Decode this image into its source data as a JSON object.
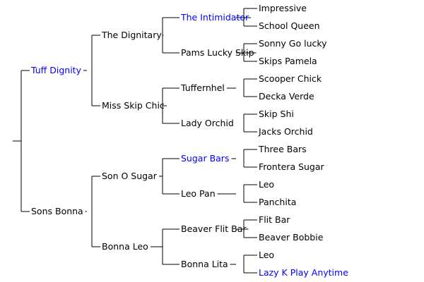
{
  "colors": {
    "line": "#000000",
    "text": "#000000",
    "highlight": "#0000ff"
  },
  "pedigree": {
    "name": "",
    "highlight": false,
    "children": [
      {
        "name": "Tuff Dignity",
        "highlight": true,
        "children": [
          {
            "name": "The Dignitary",
            "highlight": false,
            "children": [
              {
                "name": "The Intimidator",
                "highlight": true,
                "children": [
                  {
                    "name": "Impressive",
                    "highlight": false
                  },
                  {
                    "name": "School Queen",
                    "highlight": false
                  }
                ]
              },
              {
                "name": "Pams Lucky Skip",
                "highlight": false,
                "children": [
                  {
                    "name": "Sonny Go lucky",
                    "highlight": false
                  },
                  {
                    "name": "Skips Pamela",
                    "highlight": false
                  }
                ]
              }
            ]
          },
          {
            "name": "Miss Skip Chic",
            "highlight": false,
            "children": [
              {
                "name": "Tuffernhel",
                "highlight": false,
                "children": [
                  {
                    "name": "Scooper Chick",
                    "highlight": false
                  },
                  {
                    "name": "Decka Verde",
                    "highlight": false
                  }
                ]
              },
              {
                "name": "Lady Orchid",
                "highlight": false,
                "children": [
                  {
                    "name": "Skip Shi",
                    "highlight": false
                  },
                  {
                    "name": "Jacks Orchid",
                    "highlight": false
                  }
                ]
              }
            ]
          }
        ]
      },
      {
        "name": "Sons Bonna",
        "highlight": false,
        "children": [
          {
            "name": "Son O Sugar",
            "highlight": false,
            "children": [
              {
                "name": "Sugar Bars",
                "highlight": true,
                "children": [
                  {
                    "name": "Three Bars",
                    "highlight": false
                  },
                  {
                    "name": "Frontera Sugar",
                    "highlight": false
                  }
                ]
              },
              {
                "name": "Leo Pan",
                "highlight": false,
                "children": [
                  {
                    "name": "Leo",
                    "highlight": false
                  },
                  {
                    "name": "Panchita",
                    "highlight": false
                  }
                ]
              }
            ]
          },
          {
            "name": "Bonna Leo",
            "highlight": false,
            "children": [
              {
                "name": "Beaver Flit Bar",
                "highlight": false,
                "children": [
                  {
                    "name": "Flit Bar",
                    "highlight": false
                  },
                  {
                    "name": "Beaver Bobbie",
                    "highlight": false
                  }
                ]
              },
              {
                "name": "Bonna Lita",
                "highlight": false,
                "children": [
                  {
                    "name": "Leo",
                    "highlight": false
                  },
                  {
                    "name": "Lazy K Play Anytime",
                    "highlight": true
                  }
                ]
              }
            ]
          }
        ]
      }
    ]
  }
}
